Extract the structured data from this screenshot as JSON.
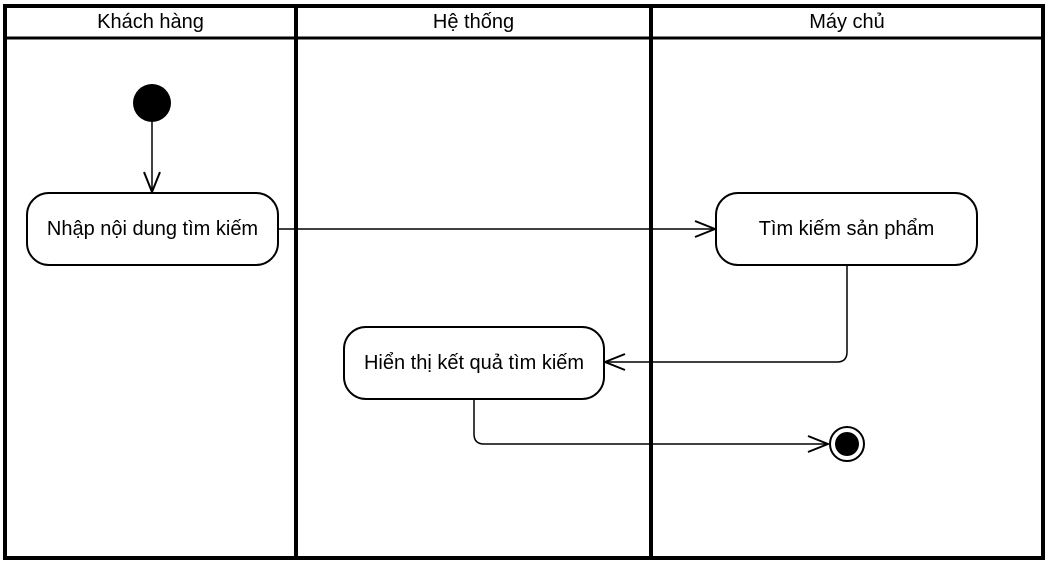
{
  "lanes": [
    {
      "title": "Khách hàng"
    },
    {
      "title": "Hệ thống"
    },
    {
      "title": "Máy chủ"
    }
  ],
  "nodes": {
    "input": {
      "label": "Nhập nội dung tìm kiếm"
    },
    "search": {
      "label": "Tìm kiếm sản phẩm"
    },
    "display": {
      "label": "Hiển thị kết quả tìm kiếm"
    }
  },
  "colors": {
    "line": "#000000",
    "fill": "#ffffff",
    "terminal": "#000000"
  }
}
